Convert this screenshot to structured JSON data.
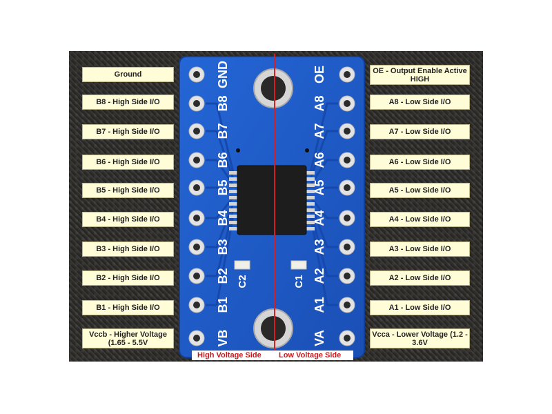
{
  "left_labels": [
    "Ground",
    "B8 - High Side I/O",
    "B7 - High Side I/O",
    "B6 - High Side I/O",
    "B5 - High Side I/O",
    "B4 - High Side I/O",
    "B3 - High Side I/O",
    "B2 - High Side I/O",
    "B1 - High Side I/O",
    "Vccb - Higher Voltage (1.65 - 5.5V"
  ],
  "right_labels": [
    "OE - Output Enable Active HIGH",
    "A8 - Low Side I/O",
    "A7 - Low Side I/O",
    "A6 - Low Side I/O",
    "A5 - Low Side I/O",
    "A4 - Low Side I/O",
    "A3 - Low Side I/O",
    "A2 - Low Side I/O",
    "A1 - Low Side I/O",
    "Vcca - Lower Voltage (1.2 - 3.6V"
  ],
  "board": {
    "left_pins": [
      "GND",
      "B8",
      "B7",
      "B6",
      "B5",
      "B4",
      "B3",
      "B2",
      "B1",
      "VB"
    ],
    "right_pins": [
      "OE",
      "A8",
      "A7",
      "A6",
      "A5",
      "A4",
      "A3",
      "A2",
      "A1",
      "VA"
    ],
    "cap_left": "C2",
    "cap_right": "C1",
    "colors": {
      "pcb": "#1e5bc8",
      "pad": "#e3e3e3",
      "silk": "#ffffff",
      "chip": "#1d1d1d",
      "divider": "#d81e20"
    }
  },
  "side_labels": {
    "high": "High Voltage Side",
    "low": "Low Voltage Side"
  }
}
